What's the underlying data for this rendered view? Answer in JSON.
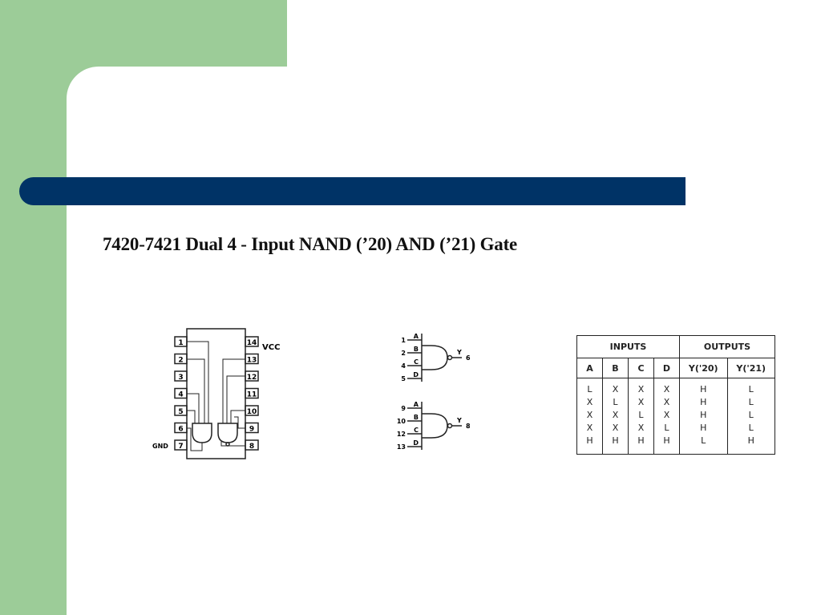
{
  "slide": {
    "title": "7420-7421 Dual 4 - Input NAND (’20) AND (’21) Gate",
    "colors": {
      "green": "#9ccc98",
      "bar": "#003366"
    }
  },
  "pinout": {
    "left_pins": [
      "1",
      "2",
      "3",
      "4",
      "5",
      "6",
      "7"
    ],
    "right_pins": [
      "14",
      "13",
      "12",
      "11",
      "10",
      "9",
      "8"
    ],
    "vcc_label": "VCC",
    "gnd_label": "GND"
  },
  "logic_symbols": [
    {
      "inputs": [
        {
          "pin": "1",
          "name": "A"
        },
        {
          "pin": "2",
          "name": "B"
        },
        {
          "pin": "4",
          "name": "C"
        },
        {
          "pin": "5",
          "name": "D"
        }
      ],
      "output_name": "Y",
      "output_pin": "6"
    },
    {
      "inputs": [
        {
          "pin": "9",
          "name": "A"
        },
        {
          "pin": "10",
          "name": "B"
        },
        {
          "pin": "12",
          "name": "C"
        },
        {
          "pin": "13",
          "name": "D"
        }
      ],
      "output_name": "Y",
      "output_pin": "8"
    }
  ],
  "truth_table": {
    "group_headers": [
      "INPUTS",
      "OUTPUTS"
    ],
    "columns": [
      "A",
      "B",
      "C",
      "D",
      "Y('20)",
      "Y('21)"
    ],
    "rows": [
      [
        "L",
        "X",
        "X",
        "X",
        "H",
        "L"
      ],
      [
        "X",
        "L",
        "X",
        "X",
        "H",
        "L"
      ],
      [
        "X",
        "X",
        "L",
        "X",
        "H",
        "L"
      ],
      [
        "X",
        "X",
        "X",
        "L",
        "H",
        "L"
      ],
      [
        "H",
        "H",
        "H",
        "H",
        "L",
        "H"
      ]
    ]
  }
}
